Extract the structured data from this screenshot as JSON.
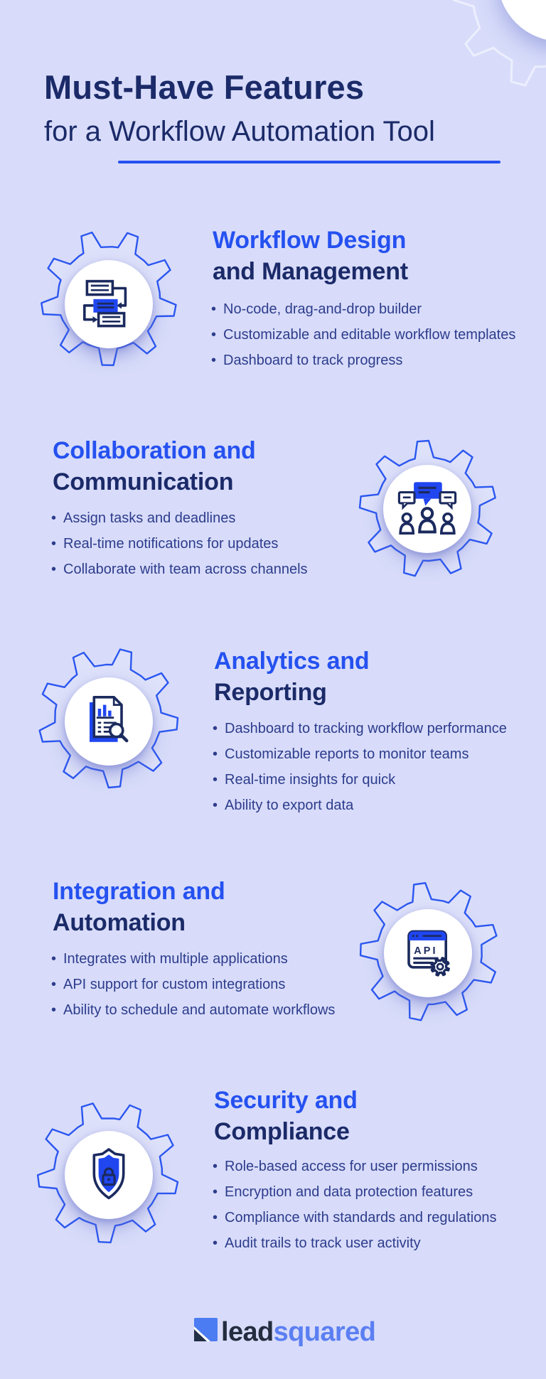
{
  "colors": {
    "background": "#d8dcfa",
    "accent_blue": "#2551f0",
    "heading_navy": "#1b2a68",
    "bullet_navy": "#2d3c8c",
    "gear_stroke": "#2b57f0",
    "icon_navy": "#1b2a5e",
    "icon_blue": "#2046f0",
    "logo_dark": "#232d3f",
    "logo_blue": "#5b7ff2"
  },
  "header": {
    "title": "Must-Have Features",
    "subtitle": "for a Workflow Automation Tool"
  },
  "sections": [
    {
      "id": "workflow-design",
      "icon": "flowchart-icon",
      "layout": "icon-left",
      "title_line1": "Workflow Design",
      "title_line2": "and Management",
      "bullets": [
        "No-code, drag-and-drop builder",
        "Customizable and editable workflow templates",
        "Dashboard to track progress"
      ]
    },
    {
      "id": "collaboration-communication",
      "icon": "team-chat-icon",
      "layout": "icon-right",
      "title_line1": "Collaboration and",
      "title_line2": "Communication",
      "bullets": [
        "Assign tasks and deadlines",
        "Real-time notifications for updates",
        "Collaborate with team across channels"
      ]
    },
    {
      "id": "analytics-reporting",
      "icon": "report-magnifier-icon",
      "layout": "icon-left",
      "title_line1": "Analytics and",
      "title_line2": "Reporting",
      "bullets": [
        "Dashboard to tracking workflow performance",
        "Customizable reports to monitor teams",
        "Real-time insights for quick",
        "Ability to export data"
      ]
    },
    {
      "id": "integration-automation",
      "icon": "api-window-icon",
      "layout": "icon-right",
      "icon_label": "API",
      "title_line1": "Integration and",
      "title_line2": "Automation",
      "bullets": [
        "Integrates with multiple applications",
        "API support for custom integrations",
        "Ability to schedule and automate workflows"
      ]
    },
    {
      "id": "security-compliance",
      "icon": "shield-lock-icon",
      "layout": "icon-left",
      "title_line1": "Security and",
      "title_line2": "Compliance",
      "bullets": [
        "Role-based access for user permissions",
        "Encryption and data protection features",
        "Compliance with standards and regulations",
        "Audit trails to track user activity"
      ]
    }
  ],
  "footer": {
    "logo_text_dark": "lead",
    "logo_text_light": "squared"
  }
}
